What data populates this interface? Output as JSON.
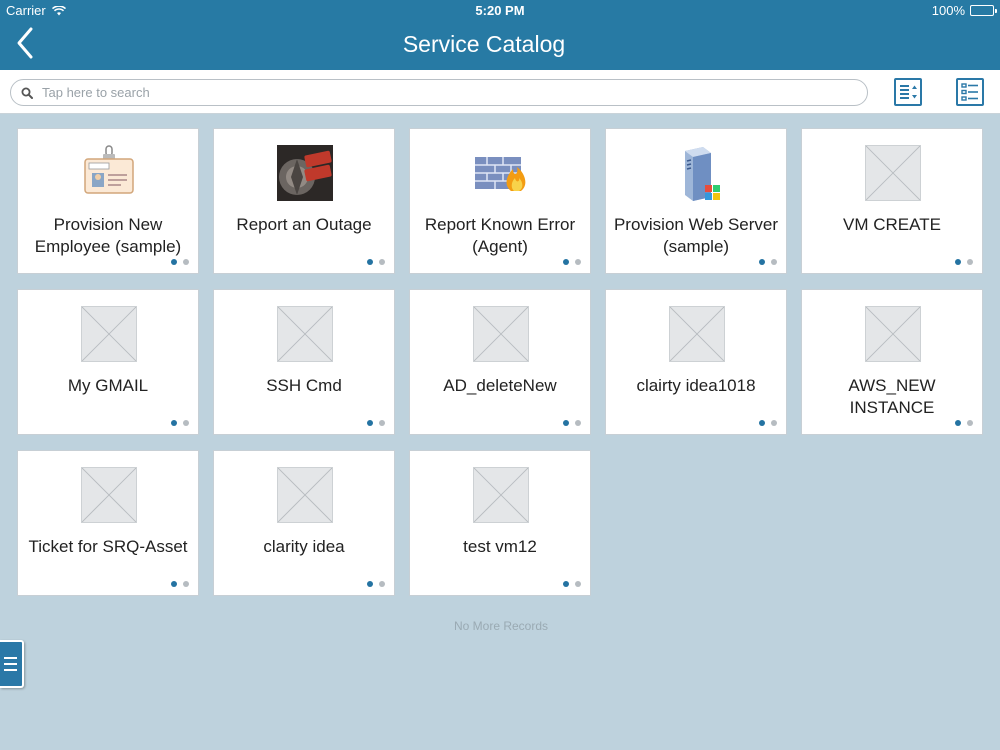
{
  "status_bar": {
    "carrier": "Carrier",
    "time": "5:20 PM",
    "battery": "100%",
    "battery_level": 1.0
  },
  "nav": {
    "title": "Service Catalog",
    "back_icon": "chevron-left-icon"
  },
  "search": {
    "placeholder": "Tap here to search",
    "value": ""
  },
  "toolbar": {
    "sort_icon": "sort-list-icon",
    "view_icon": "list-view-icon"
  },
  "catalog": {
    "items": [
      {
        "label": "Provision New Employee (sample)",
        "icon": "id-badge-icon",
        "page": 1,
        "pages": 2
      },
      {
        "label": "Report an Outage",
        "icon": "power-outage-icon",
        "page": 1,
        "pages": 2
      },
      {
        "label": "Report Known Error (Agent)",
        "icon": "firewall-icon",
        "page": 1,
        "pages": 2
      },
      {
        "label": "Provision Web Server (sample)",
        "icon": "server-icon",
        "page": 1,
        "pages": 2
      },
      {
        "label": "VM CREATE",
        "icon": "placeholder-image-icon",
        "page": 1,
        "pages": 2
      },
      {
        "label": "My GMAIL",
        "icon": "placeholder-image-icon",
        "page": 1,
        "pages": 2
      },
      {
        "label": "SSH Cmd",
        "icon": "placeholder-image-icon",
        "page": 1,
        "pages": 2
      },
      {
        "label": "AD_deleteNew",
        "icon": "placeholder-image-icon",
        "page": 1,
        "pages": 2
      },
      {
        "label": "clairty idea1018",
        "icon": "placeholder-image-icon",
        "page": 1,
        "pages": 2
      },
      {
        "label": "AWS_NEW INSTANCE",
        "icon": "placeholder-image-icon",
        "page": 1,
        "pages": 2
      },
      {
        "label": "Ticket for SRQ-Asset",
        "icon": "placeholder-image-icon",
        "page": 1,
        "pages": 2
      },
      {
        "label": "clarity idea",
        "icon": "placeholder-image-icon",
        "page": 1,
        "pages": 2
      },
      {
        "label": "test vm12",
        "icon": "placeholder-image-icon",
        "page": 1,
        "pages": 2
      }
    ],
    "footer": "No More Records"
  },
  "side_menu": {
    "icon": "hamburger-menu-icon"
  },
  "colors": {
    "header": "#277aa4",
    "background": "#bed2dd",
    "accent": "#2473a2"
  }
}
